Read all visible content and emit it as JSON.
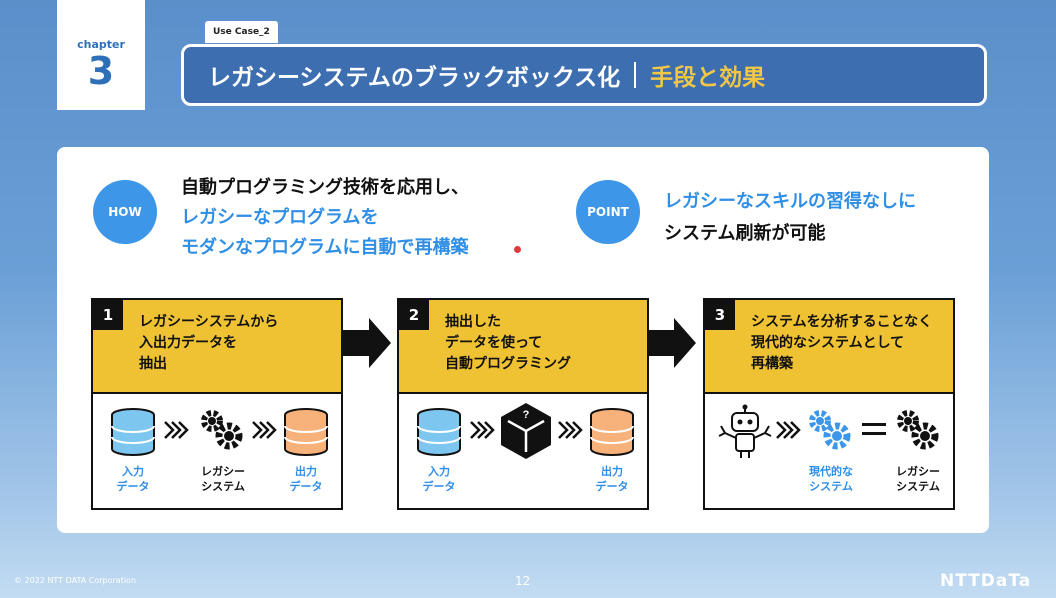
{
  "chapter": {
    "label": "chapter",
    "number": "3"
  },
  "use_case_tab": "Use Case_2",
  "title": {
    "main": "レガシーシステムのブラックボックス化",
    "sub": "手段と効果"
  },
  "how": {
    "badge": "HOW",
    "line1": "自動プログラミング技術を応用し、",
    "line2": "レガシーなプログラムを",
    "line3": "モダンなプログラムに自動で再構築"
  },
  "point": {
    "badge": "POINT",
    "line1": "レガシーなスキルの習得なしに",
    "line2": "システム刷新が可能"
  },
  "steps": [
    {
      "num": "1",
      "lines": [
        "レガシーシステムから",
        "入出力データを",
        "抽出"
      ],
      "labels": {
        "left": [
          "入力",
          "データ"
        ],
        "middle": [
          "レガシー",
          "システム"
        ],
        "right": [
          "出力",
          "データ"
        ]
      }
    },
    {
      "num": "2",
      "lines": [
        "抽出した",
        "データを使って",
        "自動プログラミング"
      ],
      "labels": {
        "left": [
          "入力",
          "データ"
        ],
        "right": [
          "出力",
          "データ"
        ]
      }
    },
    {
      "num": "3",
      "lines": [
        "システムを分析することなく",
        "現代的なシステムとして",
        "再構築"
      ],
      "labels": {
        "middle": [
          "現代的な",
          "システム"
        ],
        "right": [
          "レガシー",
          "システム"
        ]
      }
    }
  ],
  "footer": {
    "copyright": "© 2022 NTT DATA Corporation",
    "page": "12",
    "logo": "NTTDaTa"
  },
  "colors": {
    "accent_blue": "#3d96e8",
    "step_yellow": "#eec232",
    "title_yellow": "#f2c744",
    "db_blue": "#7cc6f0",
    "db_orange": "#f6b27a"
  }
}
